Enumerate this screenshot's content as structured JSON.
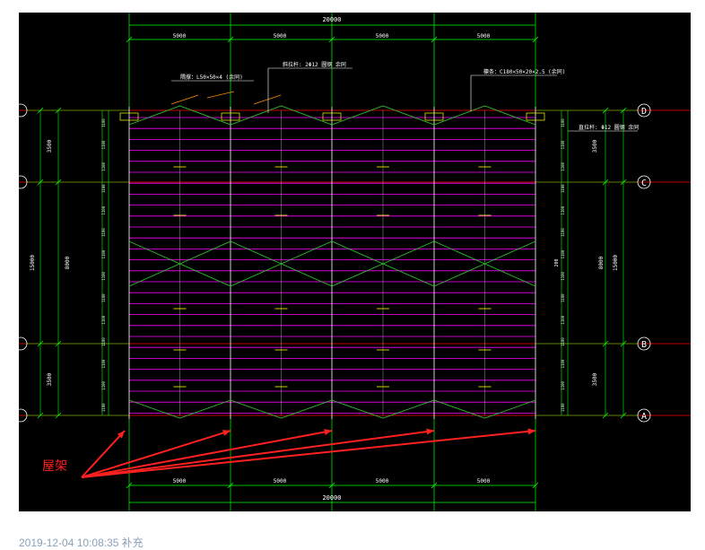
{
  "drawing": {
    "total_dimension": "20000",
    "bay_dimensions": [
      "5000",
      "5000",
      "5000",
      "5000"
    ],
    "notes": {
      "angle_brace": "隅撑：L50×50×4   (余同)",
      "tie_rod": "斜拉杆: 2Φ12  圆钢 余同",
      "purlin": "檩条：C180×50×20×2.5     (余同)",
      "straight_rod": "直拉杆: Φ12  圆钢 余同"
    },
    "grid_labels": [
      "D",
      "C",
      "B",
      "A"
    ],
    "left_segment_dims": [
      "3500",
      "8000",
      "3500"
    ],
    "left_total_dim": "15000",
    "right_segment_dims": [
      "3500",
      "8000",
      "3500"
    ],
    "right_total_dim": "15000",
    "purlin_spacing_label": "1100",
    "mid_spacing_label": "200"
  },
  "annotation": {
    "label": "屋架",
    "color": "#ff2020"
  },
  "footer": {
    "timestamp": "2019-12-04 10:08:35",
    "action": "补充"
  },
  "colors": {
    "panel_background": "#000000",
    "dimension_lines": "#00ff00",
    "cad_text": "#ffffff",
    "purlin_lines": "#ff00ff",
    "grid_lines": "#ff0000",
    "brace_lines": "#2fbf2f",
    "column_lines": "#e6e6e6",
    "marker_yellow": "#ffff00",
    "timestamp_text": "#8aa1b8"
  }
}
